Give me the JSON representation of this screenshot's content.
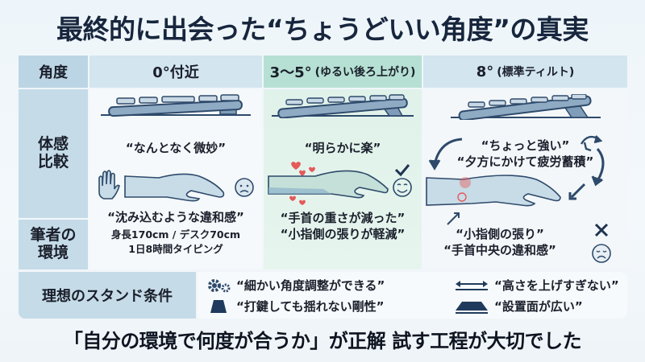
{
  "title": "最終的に出会った“ちょうどいい角度”の真実",
  "table": {
    "header": {
      "label": "角度",
      "columns": [
        {
          "angle": "0°付近",
          "note": ""
        },
        {
          "angle": "3〜5°",
          "note": "(ゆるい後ろ上がり)"
        },
        {
          "angle": "8°",
          "note": "(標準ティルト)"
        }
      ]
    },
    "rows": {
      "feeling_label": "体感\n比較",
      "environment_label": "筆者の\n環境"
    },
    "columns": [
      {
        "quote_top": "“なんとなく微妙”",
        "quote_bottom": "“沈み込むような違和感”",
        "environment_line1": "身長170cm / デスク70cm",
        "environment_line2": "1日8時間タイピング",
        "icons": [
          "keyboard-flat-icon",
          "stop-hand-icon",
          "wrist-icon",
          "worried-face-icon"
        ]
      },
      {
        "quote_top": "“明らかに楽”",
        "quote_bottom_1": "“手首の重さが減った”",
        "quote_bottom_2": "“小指側の張りが軽減”",
        "icons": [
          "keyboard-tilted-icon",
          "hearts-icon",
          "wrist-icon",
          "check-icon",
          "smile-face-icon"
        ]
      },
      {
        "quote_top_1": "“ちょっと強い”",
        "quote_top_2": "“夕方にかけて疲労蓄積”",
        "quote_bottom_1": "“小指側の張り”",
        "quote_bottom_2": "“手首中央の違和感”",
        "icons": [
          "keyboard-steep-icon",
          "cycle-arrows-icon",
          "clock-icon",
          "wrist-pain-icon",
          "cross-icon",
          "sad-face-icon"
        ]
      }
    ]
  },
  "stand": {
    "label": "理想のスタンド条件",
    "conditions": [
      {
        "icon": "gears-icon",
        "text": "“細かい角度調整ができる”"
      },
      {
        "icon": "stand-block-icon",
        "text": "“打鍵しても揺れない剛性”"
      },
      {
        "icon": "height-arrows-icon",
        "text": "“高さを上げすぎない”"
      },
      {
        "icon": "wide-base-icon",
        "text": "“設置面が広い”"
      }
    ]
  },
  "footer": "「自分の環境で何度が合うか」が正解  試す工程が大切でした",
  "colors": {
    "label_bg": "#c5dbe8",
    "col1_bg": "#f5f9fb",
    "col2_header_bg": "#b6e0d3",
    "col2_bg": "#e3f4ec",
    "col3_bg": "#f3f7fa",
    "accent_navy": "#2e4a6b",
    "heart_red": "#e45a5a"
  }
}
